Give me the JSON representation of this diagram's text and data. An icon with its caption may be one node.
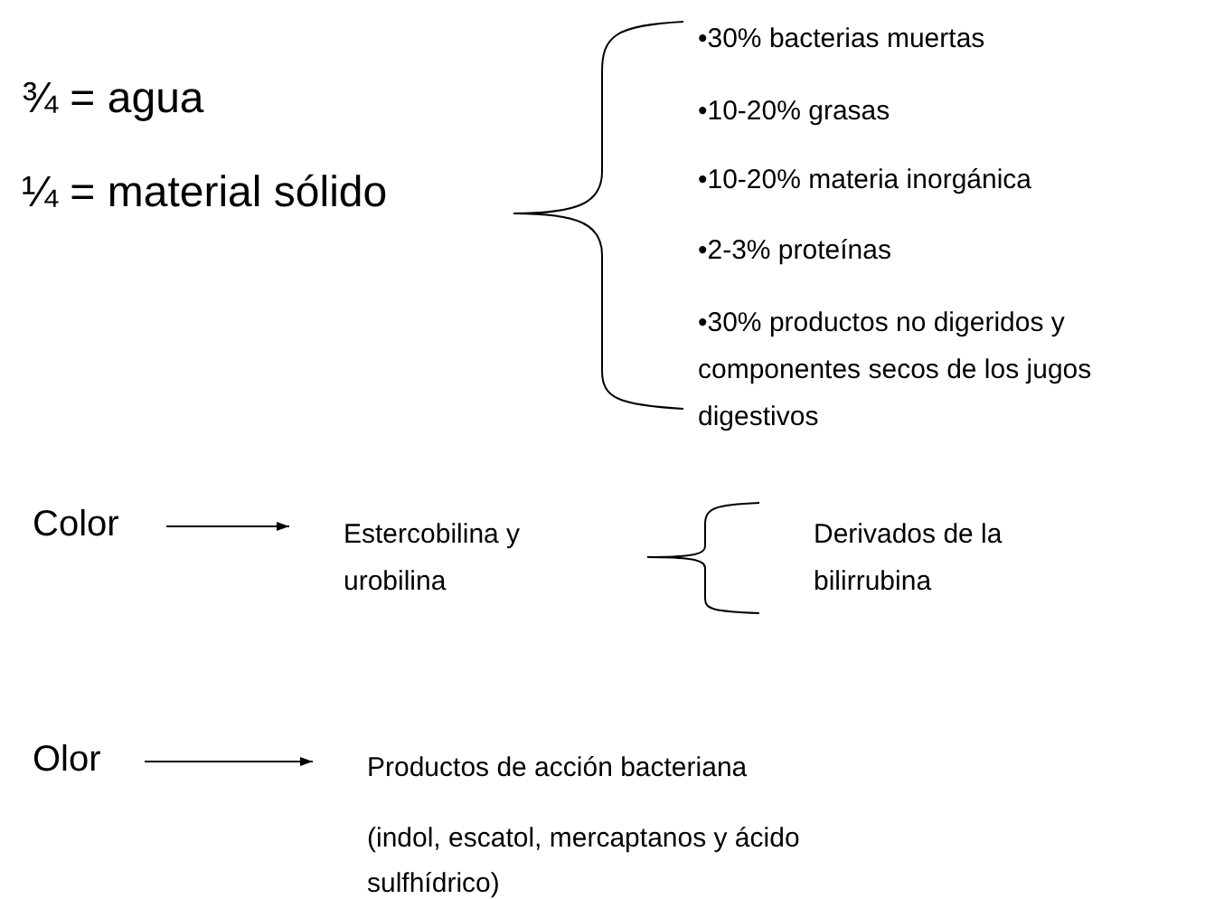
{
  "diagram": {
    "nodes": [
      {
        "text": [
          "Color"
        ]
      },
      {
        "text": [
          "Estercobilina y urobilina"
        ]
      },
      {
        "text": [
          "Olor"
        ]
      },
      {
        "text": [
          "Productos de acción bacteriana",
          "(indol, escatol, mercaptanos y ácido sulfhídrico)"
        ]
      }
    ],
    "edges": [
      {
        "from": 0,
        "to": 1,
        "arrow": "to"
      },
      {
        "from": 2,
        "to": 3,
        "arrow": "to"
      }
    ],
    "labels": [
      "¾ = agua",
      "¼ = material sólido",
      "•30% bacterias muertas",
      "•10-20% grasas",
      "•10-20% materia inorgánica",
      "•2-3% proteínas",
      "•30% productos no digeridos y componentes secos de los jugos digestivos",
      "Derivados de la bilirrubina"
    ]
  }
}
